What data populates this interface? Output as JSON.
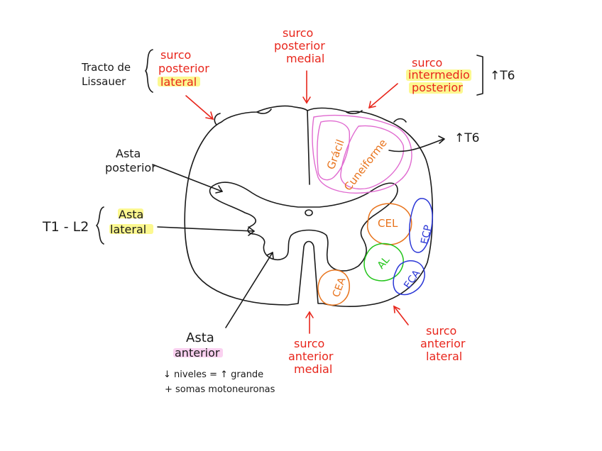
{
  "colors": {
    "ink": "#1a1a1a",
    "red": "#e8261c",
    "orange": "#e8731c",
    "green": "#22c41a",
    "blue": "#2a36d6",
    "pink": "#e06ad0",
    "highlight": "#fbf56b"
  },
  "labels": {
    "tracto_line1": "Tracto de",
    "tracto_line2": "Lissauer",
    "surco_post_lat_1": "surco",
    "surco_post_lat_2": "posterior",
    "surco_post_lat_3": "lateral",
    "surco_post_med_1": "surco",
    "surco_post_med_2": "posterior",
    "surco_post_med_3": "medial",
    "surco_int_post_1": "surco",
    "surco_int_post_2": "intermedio",
    "surco_int_post_3": "posterior",
    "up_t6_top": "↑T6",
    "up_t6_right": "↑T6",
    "asta_posterior_1": "Asta",
    "asta_posterior_2": "posterior",
    "t1_l2": "T1 - L2",
    "asta_lateral_1": "Asta",
    "asta_lateral_2": "lateral",
    "asta_anterior_1": "Asta",
    "asta_anterior_2": "anterior",
    "note_1": "↓ niveles = ↑ grande",
    "note_2": "+ somas motoneuronas",
    "surco_ant_med_1": "surco",
    "surco_ant_med_2": "anterior",
    "surco_ant_med_3": "medial",
    "surco_ant_lat_1": "surco",
    "surco_ant_lat_2": "anterior",
    "surco_ant_lat_3": "lateral",
    "gracil": "Grácil",
    "cuneiforme": "Cuneiforme",
    "cel": "CEL",
    "ecp": "ECP",
    "al": "AL",
    "eca": "ECA",
    "cea": "CEA"
  }
}
